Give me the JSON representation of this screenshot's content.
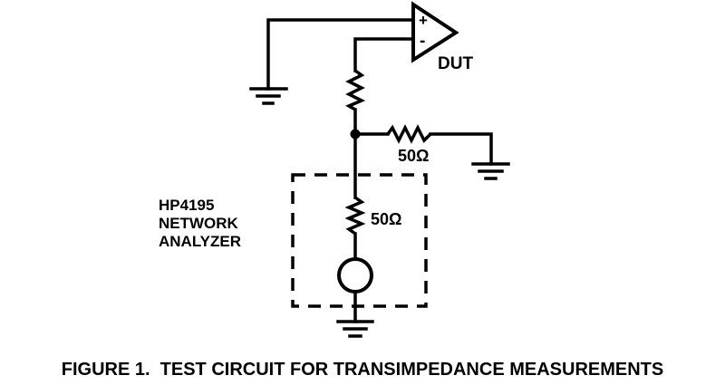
{
  "opamp": {
    "plus": "+",
    "minus": "-",
    "label": "DUT"
  },
  "resistor_50_right": {
    "label": "50Ω"
  },
  "resistor_50_inner": {
    "label": "50Ω"
  },
  "analyzer": {
    "line1": "HP4195",
    "line2": "NETWORK",
    "line3": "ANALYZER"
  },
  "caption": "FIGURE 1.  TEST CIRCUIT FOR TRANSIMPEDANCE MEASUREMENTS"
}
